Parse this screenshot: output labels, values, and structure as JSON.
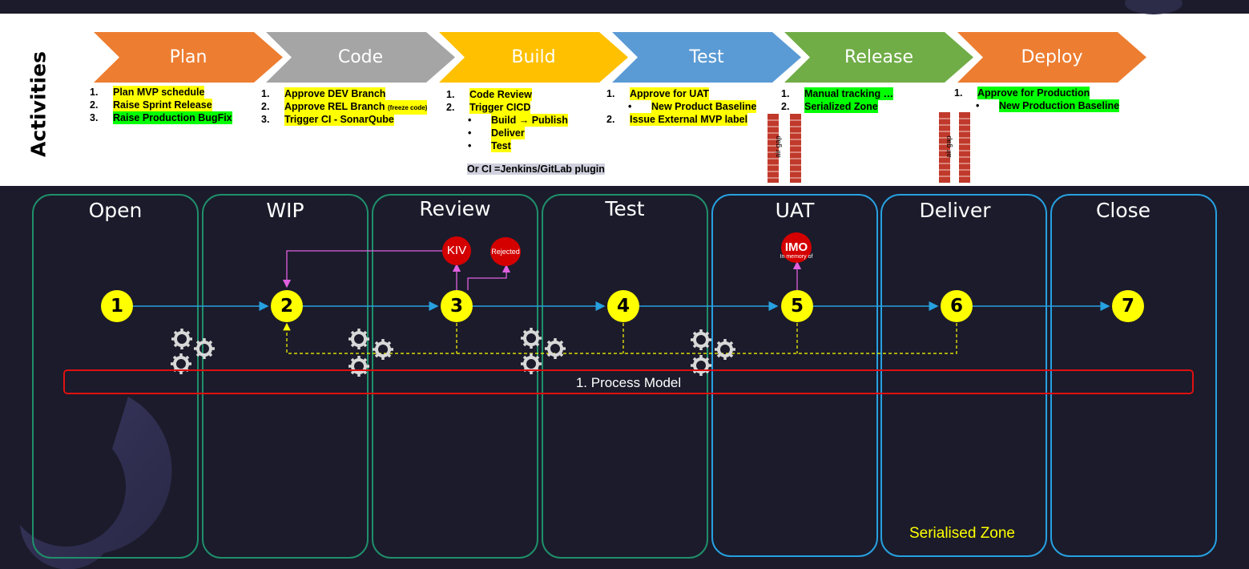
{
  "activities_label": "Activities",
  "stages": [
    {
      "label": "Plan",
      "color": "#ed7d31"
    },
    {
      "label": "Code",
      "color": "#a5a5a5"
    },
    {
      "label": "Build",
      "color": "#ffc000"
    },
    {
      "label": "Test",
      "color": "#5b9bd5"
    },
    {
      "label": "Release",
      "color": "#70ad47"
    },
    {
      "label": "Deploy",
      "color": "#ed7d31"
    }
  ],
  "plan_items": [
    "Plan MVP schedule",
    "Raise Sprint Release",
    "Raise Production BugFix"
  ],
  "code_items": [
    "Approve DEV Branch",
    "Approve REL Branch",
    "(freeze code)",
    "Trigger CI - SonarQube"
  ],
  "build_items": [
    "Code Review",
    "Trigger CICD",
    "Build → Publish",
    "Deliver",
    "Test"
  ],
  "build_note": "Or CI =Jenkins/GitLab plugin",
  "test_items": [
    "Approve for UAT",
    "New Product Baseline",
    "Issue External MVP label"
  ],
  "release_items": [
    "Manual tracking …",
    "Serialized Zone"
  ],
  "deploy_items": [
    "Approve for Production",
    "New Production Baseline"
  ],
  "numbers": [
    "1.",
    "2.",
    "3."
  ],
  "air_gap": "air gap",
  "columns": [
    "Open",
    "WIP",
    "Review",
    "Test",
    "UAT",
    "Deliver",
    "Close"
  ],
  "nodes": [
    "1",
    "2",
    "3",
    "4",
    "5",
    "6",
    "7"
  ],
  "kiv": "KIV",
  "rejected": "Rejected",
  "imo": "IMO",
  "imo_sub": "In memory of",
  "process_model": "1. Process Model",
  "serialised_zone": "Serialised Zone",
  "colors": {
    "background": "#1b1b2b",
    "node": "#ffff00",
    "flow_arrow": "#27a0e0",
    "return_arrow": "#e060e0",
    "process_border": "#e01010",
    "status_red": "#d40000"
  },
  "icons": [
    "gear-icon",
    "brick-wall-icon",
    "curved-arc-decoration"
  ]
}
